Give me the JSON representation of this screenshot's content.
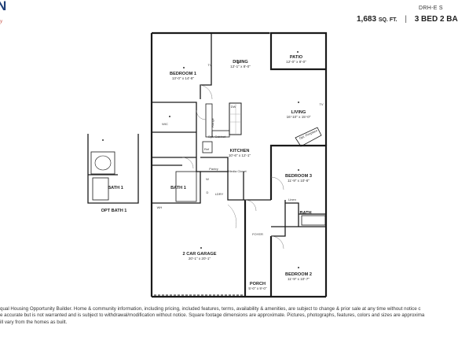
{
  "header": {
    "logo_letter": "N",
    "logo_tagline": "y",
    "plan_code": "DRH-E S",
    "sqft_value": "1,683",
    "sqft_unit": "SQ. FT.",
    "separator": "|",
    "bed_count": "3 BED",
    "bath_partial": "2 BA"
  },
  "floorplan": {
    "rooms": [
      {
        "label": "BEDROOM 1",
        "dims": "13'-0\" x 14'-8\""
      },
      {
        "label": "DINING",
        "dims": "12'-1\" x 8'-0\""
      },
      {
        "label": "PATIO",
        "dims": "12'-0\" x 8'-0\""
      },
      {
        "label": "LIVING",
        "dims": "16'-10\" x 15'-0\""
      },
      {
        "label": "KITCHEN",
        "dims": "10'-6\" x 12'-1\""
      },
      {
        "label": "BEDROOM 3",
        "dims": "11'-9\" x 10'-6\""
      },
      {
        "label": "2 CAR GARAGE",
        "dims": "20'-1\" x 20'-1\""
      },
      {
        "label": "PORCH",
        "dims": "5'-0\" x 9'-0\""
      },
      {
        "label": "BEDROOM 2",
        "dims": "11'-9\" x 10'-7\""
      }
    ],
    "bath_labels": [
      "BATH 1",
      "BATH 1",
      "BATH"
    ],
    "opt_bath_label": "OPT BATH 1",
    "small_labels": {
      "wic": "WIC",
      "range": "Range",
      "opt_cabinet": "Opt. Cabinet",
      "ref": "Ref",
      "pantry": "Pantry",
      "media_closet": "Media Closet",
      "ldry": "LDRY",
      "linen": "Linen",
      "foyer": "FOYER",
      "wh": "WH",
      "dw": "DW",
      "tv1": "TV",
      "tv2": "TV",
      "opt_fireplace": "Opt. Fireplace",
      "w": "W",
      "d": "D"
    }
  },
  "disclaimer_lines": [
    "qual Housing Opportunity Builder. Home & community information, including pricing, included features, terms, availability & amenities, are subject to change & prior sale at any time without notice c",
    "e accurate but is not warranted and is subject to withdrawal/modification without notice. Square footage dimensions are approximate. Pictures, photographs, features, colors and sizes are approxima",
    "ill vary from the homes as built."
  ]
}
